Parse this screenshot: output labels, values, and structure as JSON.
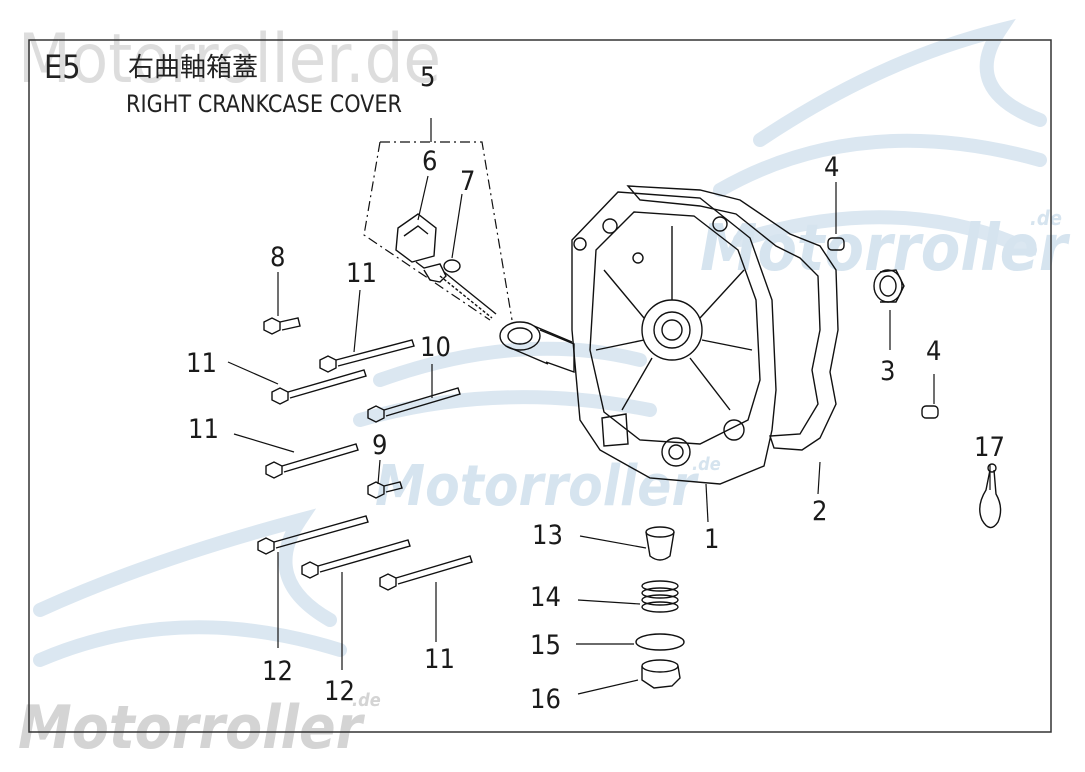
{
  "watermark": {
    "text": "Motorroller",
    "suffix": ".de",
    "header_text": "Motorroller.de"
  },
  "header": {
    "code": "E5",
    "title_cn": "右曲軸箱蓋",
    "title_en": "RIGHT CRANKCASE COVER"
  },
  "callouts": {
    "c1": "1",
    "c2": "2",
    "c3": "3",
    "c4a": "4",
    "c4b": "4",
    "c5": "5",
    "c6": "6",
    "c7": "7",
    "c8": "8",
    "c9": "9",
    "c10": "10",
    "c11a": "11",
    "c11b": "11",
    "c11c": "11",
    "c11d": "11",
    "c12a": "12",
    "c12b": "12",
    "c13": "13",
    "c14": "14",
    "c15": "15",
    "c16": "16",
    "c17": "17"
  },
  "colors": {
    "line": "#111111",
    "watermark": "#d6e4ef",
    "frame": "#333333"
  }
}
